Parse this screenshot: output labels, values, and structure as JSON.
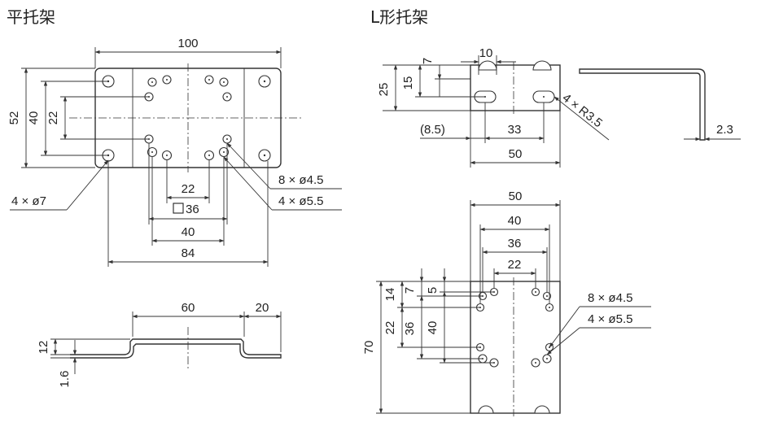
{
  "titles": {
    "flat_bracket": "平托架",
    "l_bracket": "L形托架"
  },
  "flat_plan": {
    "dim_100": "100",
    "dim_52": "52",
    "dim_40": "40",
    "dim_22": "22",
    "dim_22_bottom": "22",
    "dim_square_36": "36",
    "dim_40_bottom": "40",
    "dim_84": "84",
    "holes_7": "4 × ø7",
    "holes_45": "8 × ø4.5",
    "holes_55": "4 × ø5.5"
  },
  "flat_side": {
    "dim_60": "60",
    "dim_20": "20",
    "dim_12": "12",
    "dim_16": "1.6"
  },
  "l_top": {
    "dim_10": "10",
    "dim_7": "7",
    "dim_15": "15",
    "dim_25": "25",
    "dim_85": "(8.5)",
    "dim_33": "33",
    "dim_50": "50",
    "slots": "4 × R3.5",
    "dim_23": "2.3"
  },
  "l_front": {
    "dim_50": "50",
    "dim_40": "40",
    "dim_36": "36",
    "dim_22": "22",
    "dim_14": "14",
    "dim_7": "7",
    "dim_5": "5",
    "dim_22v": "22",
    "dim_36v": "36",
    "dim_40v": "40",
    "dim_70": "70",
    "holes_45": "8 × ø4.5",
    "holes_55": "4 × ø5.5"
  }
}
